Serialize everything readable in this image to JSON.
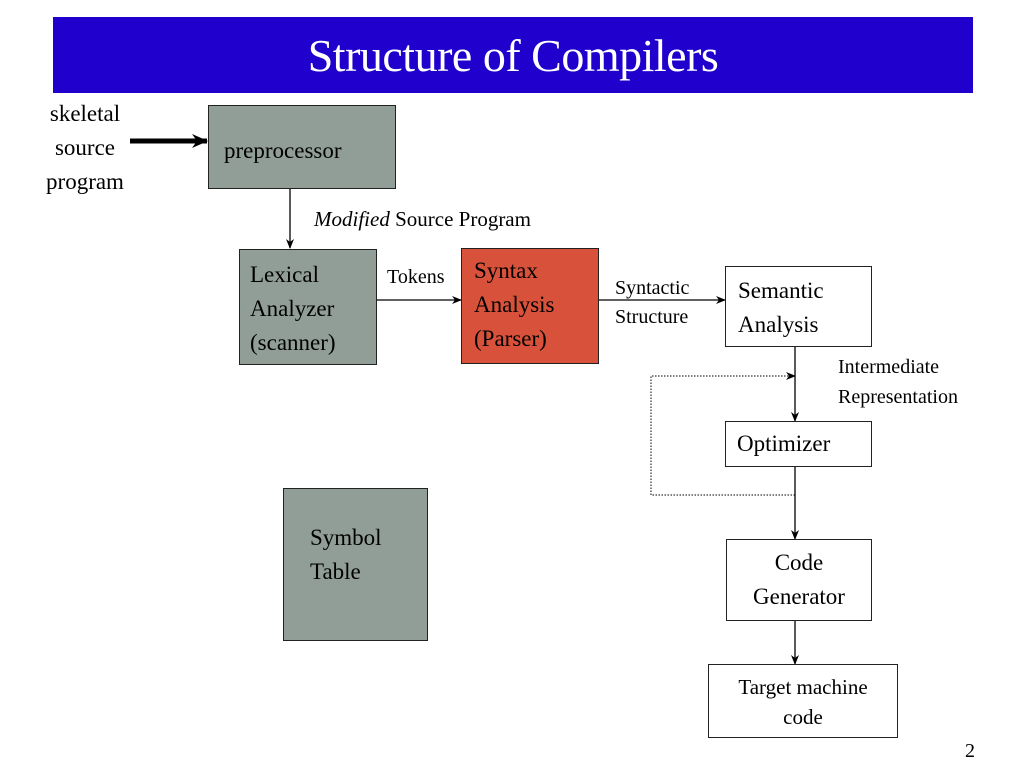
{
  "slide": {
    "title": "Structure of Compilers",
    "page_number": "2",
    "colors": {
      "banner": "#1f00cc",
      "gray_box": "#919e98",
      "parser_box": "#d8513a"
    }
  },
  "diagram": {
    "input_label": [
      "skeletal",
      "source",
      "program"
    ],
    "nodes": {
      "preprocessor": [
        "preprocessor"
      ],
      "lexical": [
        "Lexical",
        "Analyzer",
        "(scanner)"
      ],
      "syntax": [
        "Syntax",
        "Analysis",
        "(Parser)"
      ],
      "semantic": [
        "Semantic",
        "Analysis"
      ],
      "optimizer": [
        "Optimizer"
      ],
      "codegen": [
        "Code",
        "Generator"
      ],
      "target": [
        "Target machine",
        "code"
      ],
      "symbol_table": [
        "Symbol",
        "Table"
      ]
    },
    "edge_labels": {
      "modified_italic": "Modified",
      "modified_rest": " Source Program",
      "tokens": "Tokens",
      "syntactic": [
        "Syntactic",
        "Structure"
      ],
      "intermediate": [
        "Intermediate",
        "Representation"
      ]
    }
  }
}
